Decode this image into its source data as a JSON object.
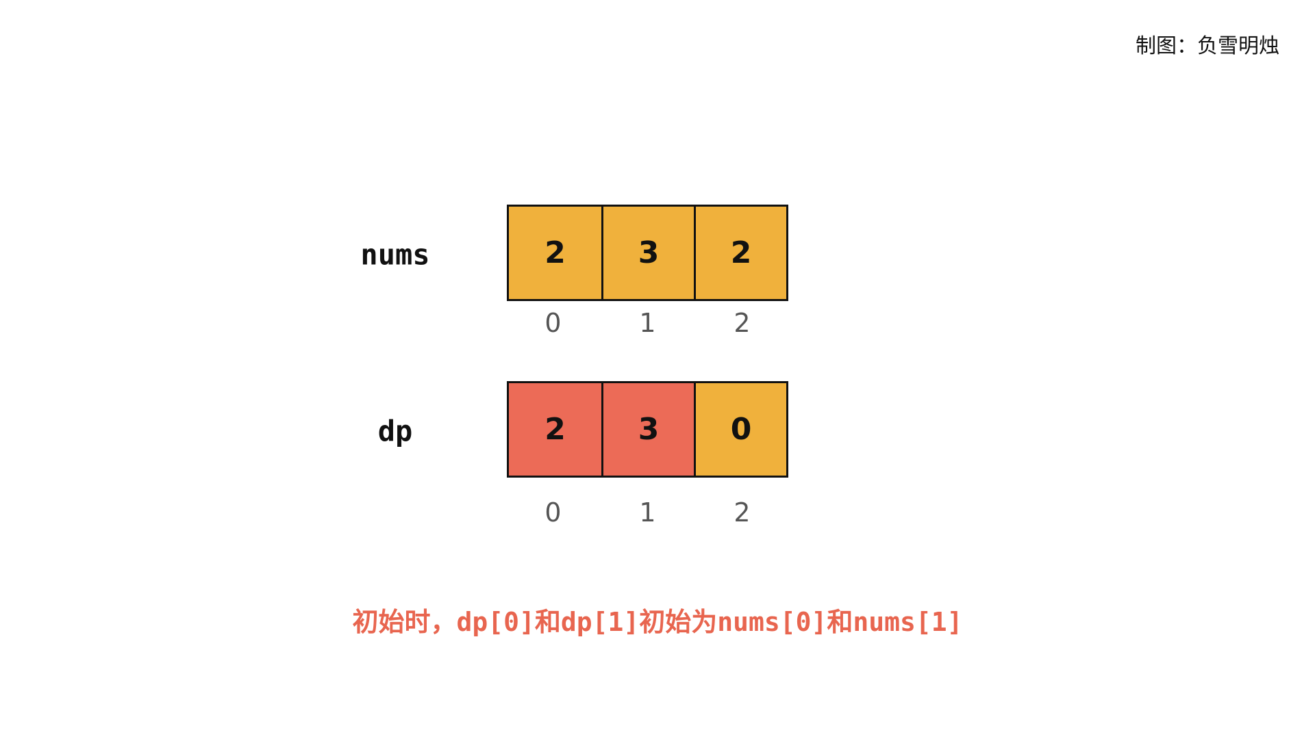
{
  "credit": "制图：负雪明烛",
  "colors": {
    "cell_default": "#f0b13c",
    "cell_highlight": "#ec6b57",
    "caption": "#e8654f",
    "border": "#111111",
    "index_text": "#555555"
  },
  "rows": [
    {
      "label": "nums",
      "cells": [
        {
          "value": "2",
          "highlighted": false
        },
        {
          "value": "3",
          "highlighted": false
        },
        {
          "value": "2",
          "highlighted": false
        }
      ],
      "indices": [
        "0",
        "1",
        "2"
      ]
    },
    {
      "label": "dp",
      "cells": [
        {
          "value": "2",
          "highlighted": true
        },
        {
          "value": "3",
          "highlighted": true
        },
        {
          "value": "0",
          "highlighted": false
        }
      ],
      "indices": [
        "0",
        "1",
        "2"
      ]
    }
  ],
  "caption": "初始时，dp[0]和dp[1]初始为nums[0]和nums[1]"
}
